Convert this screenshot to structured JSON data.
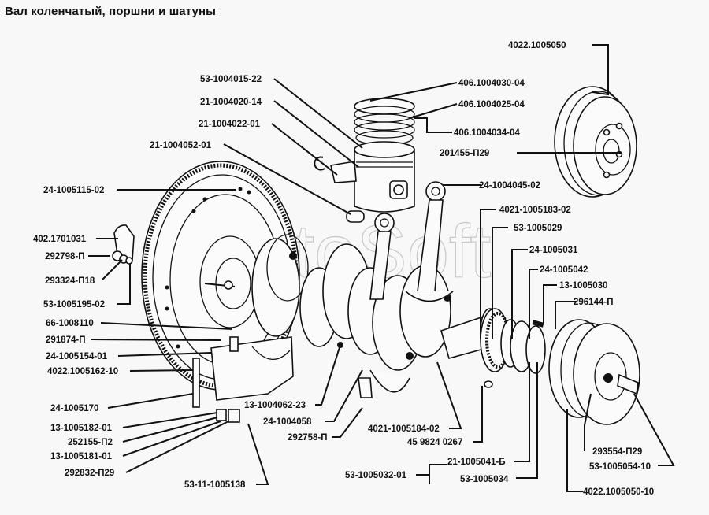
{
  "title": "Вал коленчатый, поршни и шатуны",
  "watermark": "AutoSoft",
  "labels": {
    "pulley_top": "4022.1005050",
    "piston_ring_1": "406.1004030-04",
    "piston_ring_2": "406.1004025-04",
    "oil_ring_set": "406.1004034-04",
    "pulley_bolt": "201455-П29",
    "piston": "53-1004015-22",
    "piston_pin": "21-1004020-14",
    "pin_retainer": "21-1004022-01",
    "small_end_bush": "21-1004052-01",
    "flywheel": "24-1005115-02",
    "conrod": "24-1004045-02",
    "crank_gear": "4021-1005183-02",
    "oil_deflector": "53-1005029",
    "washer": "24-1005031",
    "seal_ring": "24-1005042",
    "ratchet": "13-1005030",
    "pin_296144": "296144-П",
    "sensor": "402.1701031",
    "nut_292798": "292798-П",
    "washer_293324": "293324-П18",
    "bolt_53_1005195": "53-1005195-02",
    "pin_66": "66-1008110",
    "pin_291874": "291874-П",
    "cap_24_1005154": "24-1005154-01",
    "shell_4022": "4022.1005162-10",
    "thrust_24_1005170": "24-1005170",
    "conrod_bolt": "13-1004062-23",
    "big_end_shell": "24-1004058",
    "nut_292758": "292758-П",
    "crankshaft": "4021-1005184-02",
    "key": "45 9824 0267",
    "bearing_13_1005182": "13-1005182-01",
    "washer_252155": "252155-П2",
    "bearing_13_1005181": "13-1005181-01",
    "nut_292832": "292832-П29",
    "bolt_53_11": "53-11-1005138",
    "main_shells": "53-1005032-01",
    "upper_shell": "21-1005041-Б",
    "lower_shell": "53-1005034",
    "washer_293554": "293554-П29",
    "ratchet_bolt": "53-1005054-10",
    "pulley_assy": "4022.1005050-10"
  }
}
